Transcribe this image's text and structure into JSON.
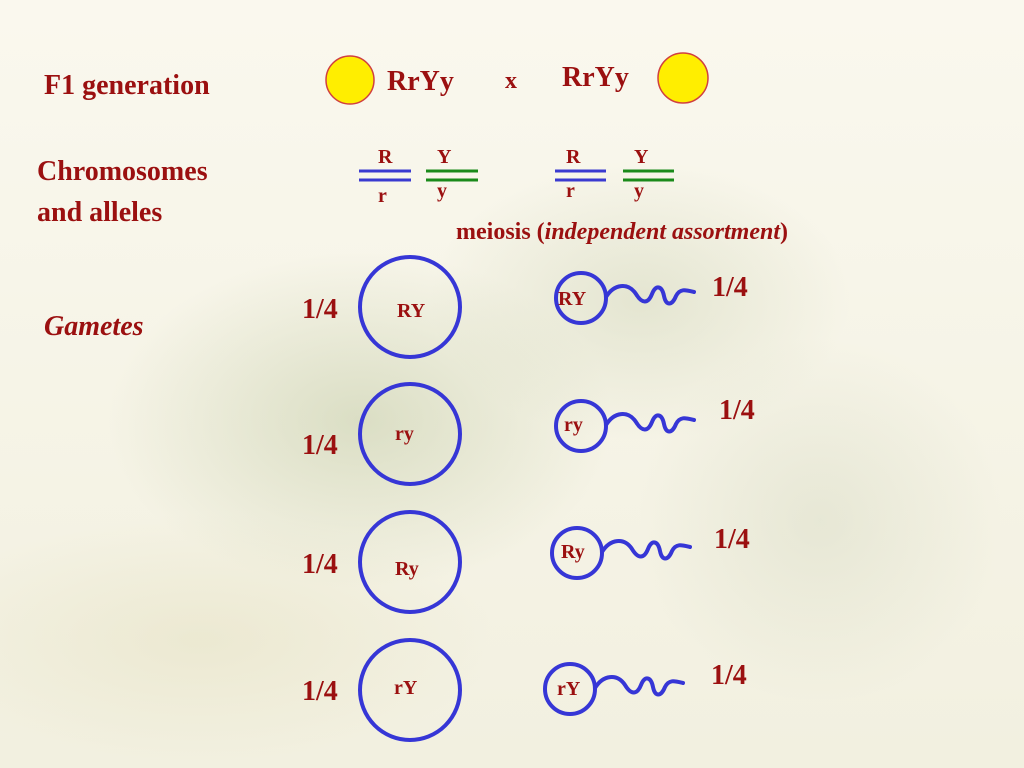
{
  "left_labels": {
    "f1": "F1 generation",
    "chrom_line1": "Chromosomes",
    "chrom_line2": "and alleles",
    "gametes": "Gametes"
  },
  "cross": {
    "parent1": "RrYy",
    "cross_symbol": "x",
    "parent2": "RrYy",
    "parent_color": "#ffee00"
  },
  "chromosomes": {
    "left": {
      "R_top": "R",
      "R_bottom": "r",
      "Y_top": "Y",
      "Y_bottom": "y"
    },
    "right": {
      "R_top": "R",
      "R_bottom": "r",
      "Y_top": "Y",
      "Y_bottom": "y"
    },
    "r_color": "#3a3ad0",
    "y_color": "#1a8a1a"
  },
  "meiosis": {
    "prefix": "meiosis (",
    "italic": "independent assortment",
    "suffix": ")"
  },
  "eggs": [
    {
      "fraction": "1/4",
      "label": "RY"
    },
    {
      "fraction": "1/4",
      "label": "ry"
    },
    {
      "fraction": "1/4",
      "label": "Ry"
    },
    {
      "fraction": "1/4",
      "label": "rY"
    }
  ],
  "sperm": [
    {
      "fraction": "1/4",
      "label": "RY"
    },
    {
      "fraction": "1/4",
      "label": "ry"
    },
    {
      "fraction": "1/4",
      "label": "Ry"
    },
    {
      "fraction": "1/4",
      "label": "rY"
    }
  ],
  "colors": {
    "text": "#9b1010",
    "circle_stroke": "#3636d6"
  }
}
